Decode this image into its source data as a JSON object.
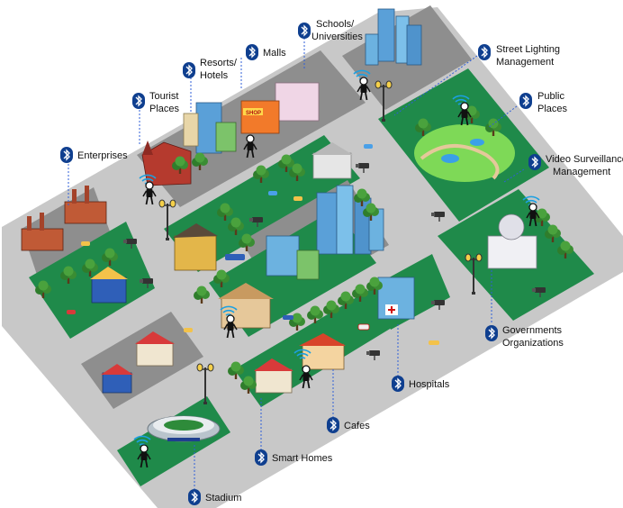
{
  "labels": {
    "schools": [
      "Schools/",
      "Universities"
    ],
    "street_lighting": [
      "Street Lighting",
      "Management"
    ],
    "malls": [
      "Malls"
    ],
    "resorts": [
      "Resorts/",
      "Hotels"
    ],
    "tourist": [
      "Tourist",
      "Places"
    ],
    "public_places": [
      "Public",
      "Places"
    ],
    "enterprises": [
      "Enterprises"
    ],
    "video_surveillance": [
      "Video Surveillance",
      "Management"
    ],
    "governments": [
      "Governments",
      "Organizations"
    ],
    "hospitals": [
      "Hospitals"
    ],
    "cafes": [
      "Cafes"
    ],
    "smart_homes": [
      "Smart Homes"
    ],
    "stadium": [
      "Stadium"
    ]
  },
  "signs": {
    "shop": "SHOP"
  },
  "colors": {
    "road": "#c8c8c8",
    "lot": "#8e8e8e",
    "grass": "#1f8a4a",
    "bluetooth": "#0f3f8f",
    "dash": "#2f5fd8"
  },
  "icons": {
    "bluetooth": "bluetooth-icon",
    "person": "person-icon",
    "wifi": "wifi-signal-icon",
    "camera": "camera-icon",
    "lamp": "street-lamp-icon"
  }
}
